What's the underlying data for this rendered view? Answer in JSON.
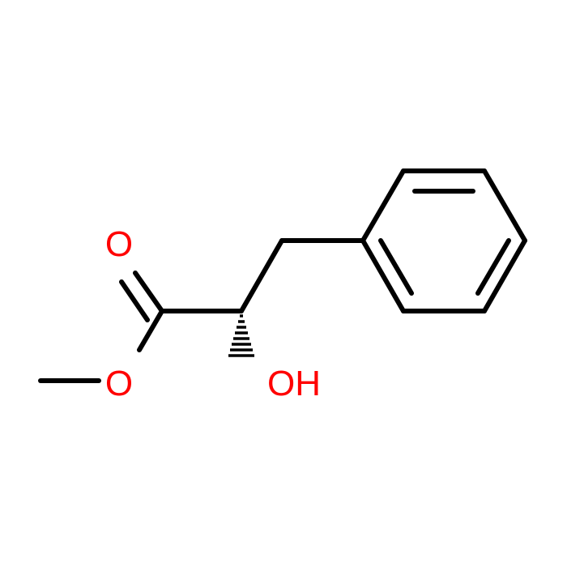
{
  "molecule": {
    "atoms": {
      "carbonyl_oxygen": "O",
      "ester_oxygen": "O",
      "hydroxyl": "OH"
    },
    "stereo": "hashed-wedge",
    "colors": {
      "bond": "#000000",
      "heteroatom": "#ff0000",
      "background": "#ffffff"
    }
  }
}
